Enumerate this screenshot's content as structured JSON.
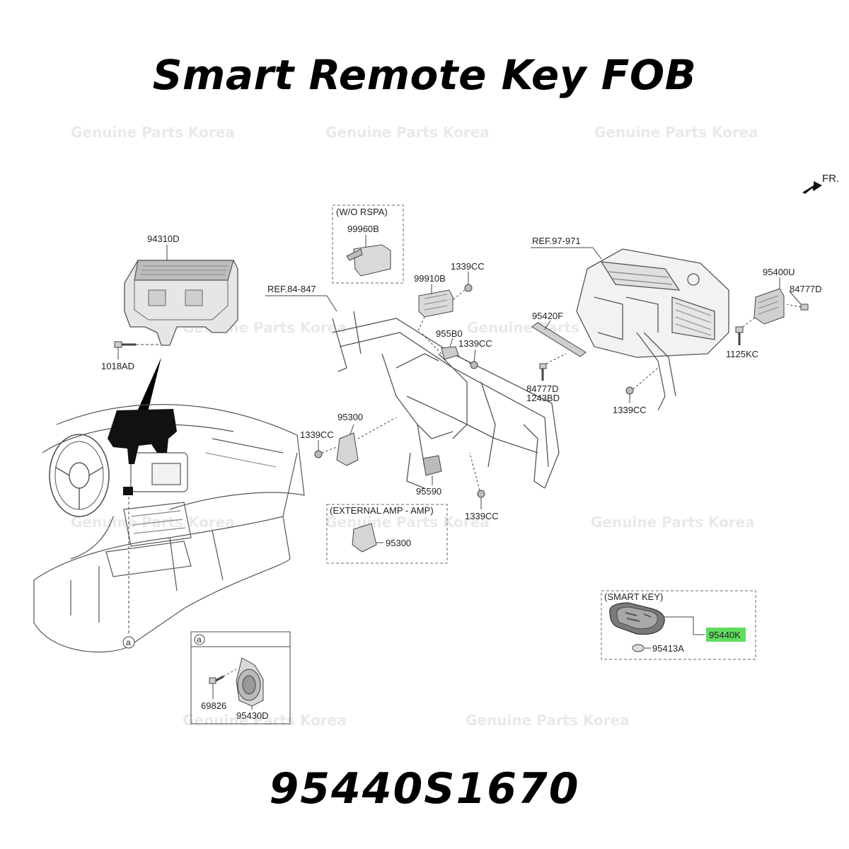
{
  "title": "Smart Remote Key FOB",
  "part_number": "95440S1670",
  "watermark": "Genuine Parts Korea",
  "direction": "FR.",
  "callout_a": "a",
  "colors": {
    "highlight": "#5fdc5f",
    "ink": "#222222",
    "watermark": "#e9e9e9"
  },
  "groups": {
    "wo_rspa": "(W/O RSPA)",
    "external_amp": "(EXTERNAL AMP - AMP)",
    "smart_key": "(SMART KEY)"
  },
  "refs": {
    "ref_84": "REF.84-847",
    "ref_97": "REF.97-971"
  },
  "labels": {
    "p94310D": "94310D",
    "p1018AD": "1018AD",
    "p99960B": "99960B",
    "p99910B": "99910B",
    "p1339CC_a": "1339CC",
    "p955B0": "955B0",
    "p1339CC_b": "1339CC",
    "p95300_a": "95300",
    "p1339CC_c": "1339CC",
    "p95590": "95590",
    "p1339CC_d": "1339CC",
    "p95300_b": "95300",
    "p95420F": "95420F",
    "p84777D_a": "84777D",
    "p1243BD": "1243BD",
    "p95400U": "95400U",
    "p84777D_b": "84777D",
    "p1125KC": "1125KC",
    "p1339CC_e": "1339CC",
    "p95440K": "95440K",
    "p95413A": "95413A",
    "p69826": "69826",
    "p95430D": "95430D"
  }
}
